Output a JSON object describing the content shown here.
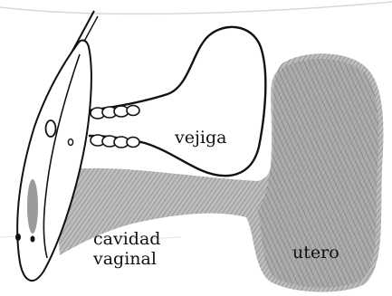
{
  "labels": {
    "bladder": "vejiga",
    "vaginal_cavity_line1": "cavidad",
    "vaginal_cavity_line2": "vaginal",
    "uterus": "utero"
  },
  "colors": {
    "ink": "#111111",
    "shading": "#8a8a8a",
    "background": "#ffffff"
  }
}
